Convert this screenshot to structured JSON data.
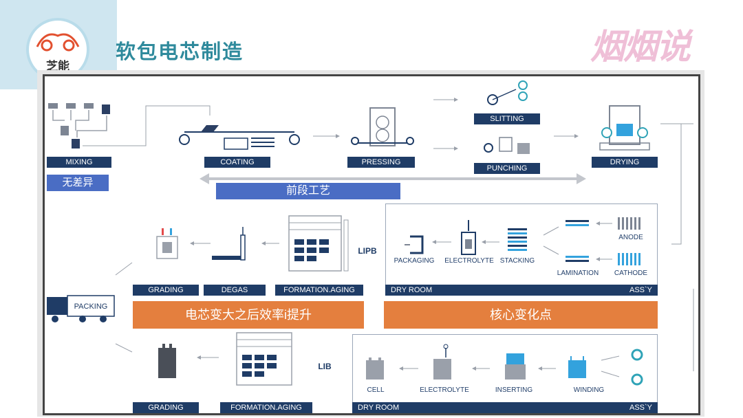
{
  "header": {
    "logo_text": "芝能",
    "title": "软包电芯制造",
    "brand": "烟烟说"
  },
  "front_process": {
    "steps": [
      "MIXING",
      "COATING",
      "PRESSING",
      "SLITTING",
      "PUNCHING",
      "DRYING"
    ],
    "no_difference_label": "无差异",
    "band_label": "前段工艺"
  },
  "pouch_row": {
    "grading": "GRADING",
    "degas": "DEGAS",
    "formation": "FORMATION.AGING",
    "lipb": "LIPB",
    "packaging": "PACKAGING",
    "electrolyte": "ELECTROLYTE",
    "stacking": "STACKING",
    "lamination": "LAMINATION",
    "anode": "ANODE",
    "cathode": "CATHODE",
    "dry_room": "DRY ROOM",
    "assy": "ASS`Y",
    "band_left": "电芯变大之后效率i提升",
    "band_right": "核心变化点"
  },
  "packing": "PACKING",
  "cylindrical_row": {
    "grading": "GRADING",
    "formation": "FORMATION.AGING",
    "lib": "LIB",
    "cell": "CELL",
    "electrolyte": "ELECTROLYTE",
    "inserting": "INSERTING",
    "winding": "WINDING",
    "dry_room": "DRY ROOM",
    "assy": "ASS`Y"
  },
  "colors": {
    "label_navy": "#1f3c66",
    "band_blue": "#4a6dc4",
    "band_orange": "#e47f3e",
    "accent_teal": "#2fa3b7",
    "cell_blue": "#33a2dd"
  }
}
